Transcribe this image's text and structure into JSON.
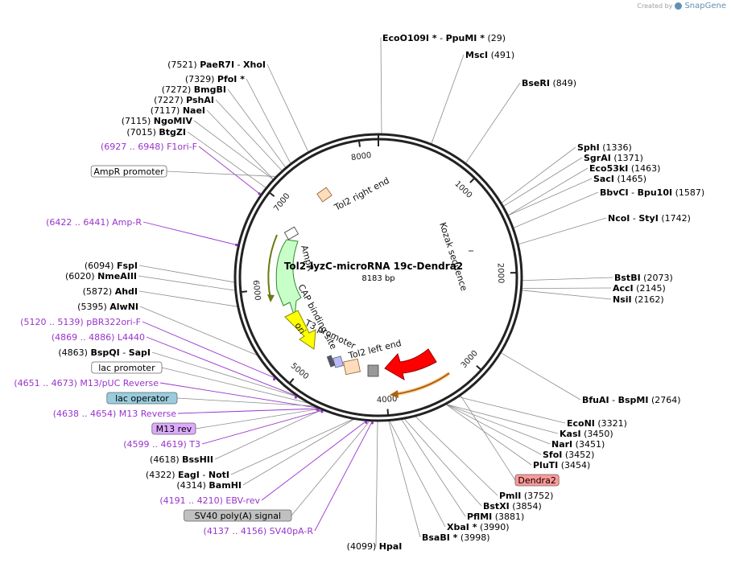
{
  "credit": {
    "prefix": "Created by",
    "brand": "SnapGene"
  },
  "plasmid": {
    "name": "Tol2-lyzC-microRNA 19c-Dendra2",
    "size": "8183 bp",
    "length": 8183
  },
  "colors": {
    "backbone": "#222222",
    "enzyme_line": "#8c8c8c",
    "primer": "#9933cc",
    "ampr": "#c8ffc8",
    "ori": "#ffff00",
    "dendra2": "#ff0000",
    "dendra2_label": "#ff9999",
    "lac_operator": "#99ccdd",
    "m13_rev": "#ddaaff",
    "sv40": "#c0c0c0",
    "tol2": "#ffddbb"
  },
  "ticks": [
    {
      "pos": 1000,
      "label": "1000"
    },
    {
      "pos": 2000,
      "label": "2000"
    },
    {
      "pos": 3000,
      "label": "3000"
    },
    {
      "pos": 4000,
      "label": "4000"
    },
    {
      "pos": 5000,
      "label": "5000"
    },
    {
      "pos": 6000,
      "label": "6000"
    },
    {
      "pos": 7000,
      "label": "7000"
    },
    {
      "pos": 8000,
      "label": "8000"
    }
  ],
  "enzymes_right": [
    {
      "name": "EcoO109I *",
      "name2": "PpuMI *",
      "pos": 29,
      "label": "(29)"
    },
    {
      "name": "MscI",
      "pos": 491,
      "label": "(491)"
    },
    {
      "name": "BseRI",
      "pos": 849,
      "label": "(849)"
    },
    {
      "name": "SphI",
      "pos": 1336,
      "label": "(1336)"
    },
    {
      "name": "SgrAI",
      "pos": 1371,
      "label": "(1371)"
    },
    {
      "name": "Eco53kI",
      "pos": 1463,
      "label": "(1463)"
    },
    {
      "name": "SacI",
      "pos": 1465,
      "label": "(1465)"
    },
    {
      "name": "BbvCI",
      "name2": "Bpu10I",
      "pos": 1587,
      "label": "(1587)"
    },
    {
      "name": "NcoI",
      "name2": "StyI",
      "pos": 1742,
      "label": "(1742)"
    },
    {
      "name": "BstBI",
      "pos": 2073,
      "label": "(2073)"
    },
    {
      "name": "AccI",
      "pos": 2145,
      "label": "(2145)"
    },
    {
      "name": "NsiI",
      "pos": 2162,
      "label": "(2162)"
    },
    {
      "name": "BfuAI",
      "name2": "BspMI",
      "pos": 2764,
      "label": "(2764)"
    },
    {
      "name": "EcoNI",
      "pos": 3321,
      "label": "(3321)"
    },
    {
      "name": "KasI",
      "pos": 3450,
      "label": "(3450)"
    },
    {
      "name": "NarI",
      "pos": 3451,
      "label": "(3451)"
    },
    {
      "name": "SfoI",
      "pos": 3452,
      "label": "(3452)"
    },
    {
      "name": "PluTI",
      "pos": 3454,
      "label": "(3454)"
    },
    {
      "name": "PmlI",
      "pos": 3752,
      "label": "(3752)"
    },
    {
      "name": "BstXI",
      "pos": 3854,
      "label": "(3854)"
    },
    {
      "name": "PflMI",
      "pos": 3881,
      "label": "(3881)"
    },
    {
      "name": "XbaI *",
      "pos": 3990,
      "label": "(3990)"
    },
    {
      "name": "BsaBI *",
      "pos": 3998,
      "label": "(3998)"
    }
  ],
  "enzymes_left": [
    {
      "name": "HpaI",
      "pos": 4099,
      "label": "(4099)"
    },
    {
      "name": "BamHI",
      "pos": 4314,
      "label": "(4314)"
    },
    {
      "name": "EagI",
      "name2": "NotI",
      "pos": 4322,
      "label": "(4322)"
    },
    {
      "name": "BssHII",
      "pos": 4618,
      "label": "(4618)"
    },
    {
      "name": "BspQI",
      "name2": "SapI",
      "pos": 4863,
      "label": "(4863)"
    },
    {
      "name": "AlwNI",
      "pos": 5395,
      "label": "(5395)"
    },
    {
      "name": "AhdI",
      "pos": 5872,
      "label": "(5872)"
    },
    {
      "name": "NmeAIII",
      "pos": 6020,
      "label": "(6020)"
    },
    {
      "name": "FspI",
      "pos": 6094,
      "label": "(6094)"
    },
    {
      "name": "BtgZI",
      "pos": 7015,
      "label": "(7015)"
    },
    {
      "name": "NgoMIV",
      "pos": 7115,
      "label": "(7115)"
    },
    {
      "name": "NaeI",
      "pos": 7117,
      "label": "(7117)"
    },
    {
      "name": "PshAI",
      "pos": 7227,
      "label": "(7227)"
    },
    {
      "name": "BmgBI",
      "pos": 7272,
      "label": "(7272)"
    },
    {
      "name": "PfoI *",
      "pos": 7329,
      "label": "(7329)"
    },
    {
      "name": "PaeR7I",
      "name2": "XhoI",
      "pos": 7521,
      "label": "(7521)"
    }
  ],
  "primers": [
    {
      "range": "(6927 .. 6948)",
      "name": "F1ori-F",
      "pos": 6937
    },
    {
      "range": "(6422 .. 6441)",
      "name": "Amp-R",
      "pos": 6431
    },
    {
      "range": "(5120 .. 5139)",
      "name": "pBR322ori-F",
      "pos": 5129
    },
    {
      "range": "(4869 .. 4886)",
      "name": "L4440",
      "pos": 4877
    },
    {
      "range": "(4651 .. 4673)",
      "name": "M13/pUC Reverse",
      "pos": 4662
    },
    {
      "range": "(4638 .. 4654)",
      "name": "M13 Reverse",
      "pos": 4646
    },
    {
      "range": "(4599 .. 4619)",
      "name": "T3",
      "pos": 4609
    },
    {
      "range": "(4191 .. 4210)",
      "name": "EBV-rev",
      "pos": 4200
    },
    {
      "range": "(4137 .. 4156)",
      "name": "SV40pA-R",
      "pos": 4146
    }
  ],
  "boxed_features": [
    {
      "name": "AmpR promoter",
      "pos": 7150,
      "color": "#ffffff"
    },
    {
      "name": "lac promoter",
      "pos": 4760,
      "color": "#ffffff"
    },
    {
      "name": "lac operator",
      "pos": 4700,
      "color": "#99ccdd"
    },
    {
      "name": "M13 rev",
      "pos": 4640,
      "color": "#ddaaff"
    },
    {
      "name": "SV40 poly(A) signal",
      "pos": 4170,
      "color": "#c0c0c0"
    },
    {
      "name": "Dendra2",
      "pos": 3300,
      "color": "#ff9999"
    }
  ],
  "inner_labels": {
    "tol2_right": "Tol2 right end",
    "kozak": "Kozak sequence",
    "ampr": "AmpR",
    "cap": "CAP binding site",
    "ori": "ori",
    "t3": "T3 promoter",
    "tol2_left": "Tol2 left end"
  }
}
